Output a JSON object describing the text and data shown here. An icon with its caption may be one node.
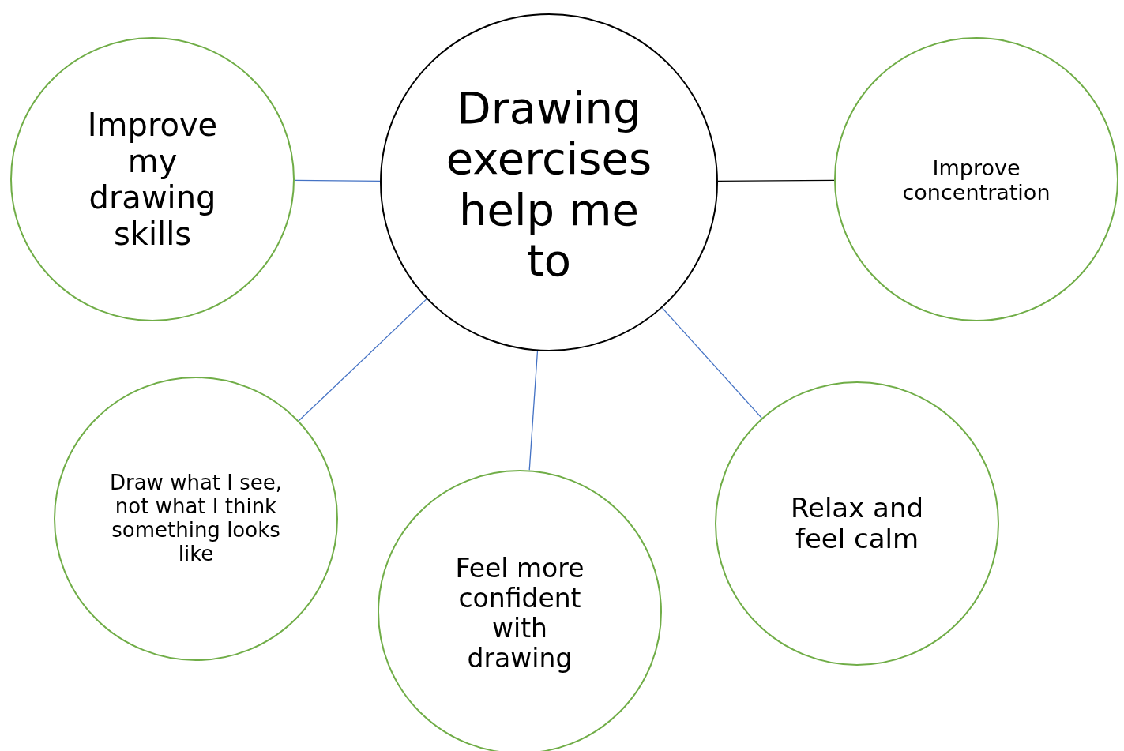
{
  "diagram": {
    "nodes": [
      {
        "text": [
          "Drawing exercises help me to"
        ]
      },
      {
        "text": [
          "Improve my drawing skills"
        ]
      },
      {
        "text": [
          "Improve concentration"
        ]
      },
      {
        "text": [
          "Draw what I see, not what I think something looks like"
        ]
      },
      {
        "text": [
          "Feel more confident with drawing"
        ]
      },
      {
        "text": [
          "Relax and feel calm"
        ]
      }
    ],
    "edges": [
      {
        "from": 0,
        "to": 1,
        "arrow": "none"
      },
      {
        "from": 0,
        "to": 2,
        "arrow": "none",
        "color": "#000000"
      },
      {
        "from": 0,
        "to": 3,
        "arrow": "none"
      },
      {
        "from": 0,
        "to": 4,
        "arrow": "none"
      },
      {
        "from": 0,
        "to": 5,
        "arrow": "none"
      }
    ]
  }
}
